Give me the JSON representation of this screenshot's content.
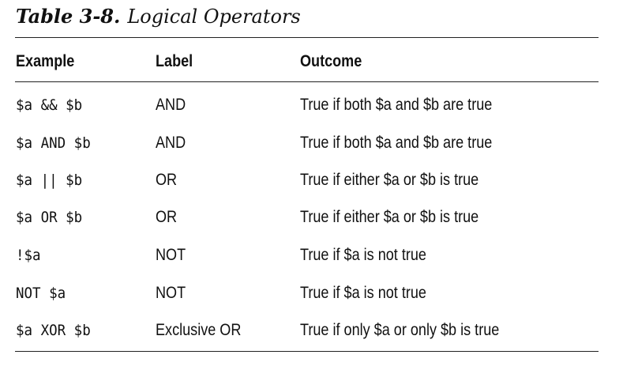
{
  "caption": {
    "number": "Table 3-8.",
    "title": "Logical Operators"
  },
  "table": {
    "headers": [
      "Example",
      "Label",
      "Outcome"
    ],
    "rows": [
      {
        "example": "$a && $b",
        "label": "AND",
        "outcome": "True if both $a and $b are true"
      },
      {
        "example": "$a AND $b",
        "label": "AND",
        "outcome": "True if both $a and $b are true"
      },
      {
        "example": "$a || $b",
        "label": "OR",
        "outcome": "True if either $a or $b is true"
      },
      {
        "example": "$a OR $b",
        "label": "OR",
        "outcome": "True if either $a or $b is true"
      },
      {
        "example": "!$a",
        "label": "NOT",
        "outcome": "True if $a is not true"
      },
      {
        "example": "NOT $a",
        "label": "NOT",
        "outcome": "True if $a is not true"
      },
      {
        "example": "$a XOR $b",
        "label": "Exclusive OR",
        "outcome": "True if only $a or only $b is true"
      }
    ]
  }
}
